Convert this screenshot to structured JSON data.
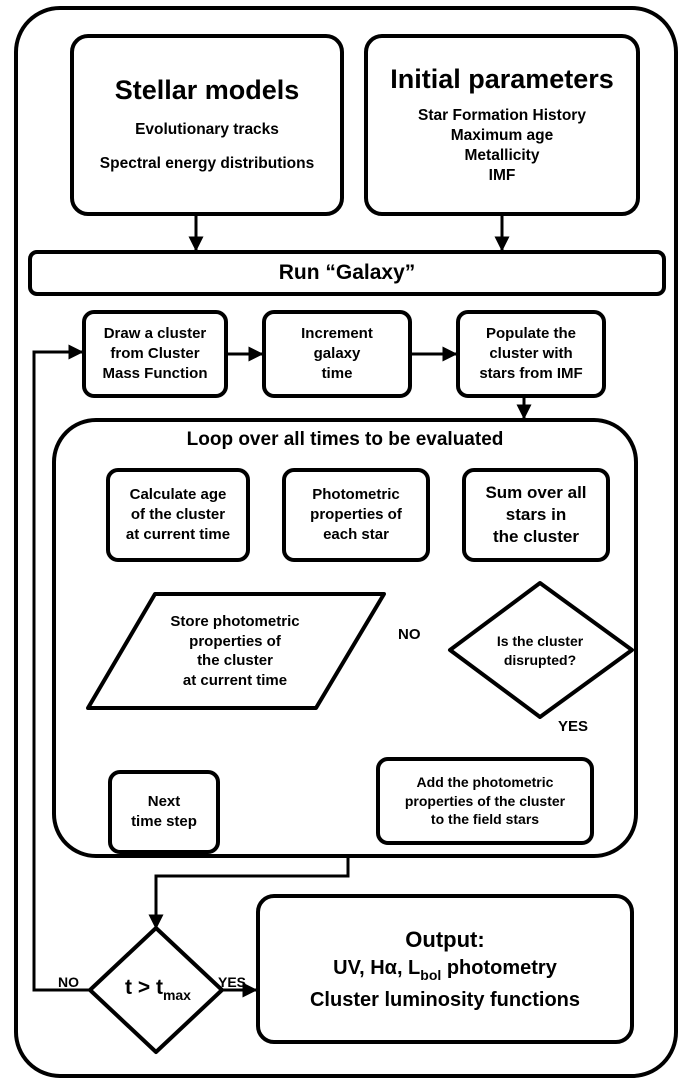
{
  "stellar_models": {
    "title": "Stellar models",
    "items": [
      "Evolutionary tracks",
      "Spectral energy distributions"
    ]
  },
  "initial_parameters": {
    "title": "Initial parameters",
    "items": [
      "Star Formation History",
      "Maximum age",
      "Metallicity",
      "IMF"
    ]
  },
  "run_galaxy": "Run “Galaxy”",
  "steps": {
    "draw_cluster": "Draw a cluster\nfrom Cluster\nMass Function",
    "increment_time": "Increment\ngalaxy\ntime",
    "populate_cluster": "Populate the\ncluster with\nstars from IMF"
  },
  "loop": {
    "title": "Loop over all times to be evaluated",
    "calc_age": "Calculate age\nof the cluster\nat current time",
    "photometric_props": "Photometric\nproperties of\neach star",
    "sum_stars": "Sum over all\nstars in\nthe cluster",
    "disrupted_question": "Is the cluster\ndisrupted?",
    "store_props": "Store photometric\nproperties of\nthe cluster\nat current time",
    "add_to_field": "Add the photometric\nproperties of the cluster\nto the field stars",
    "next_step": "Next\ntime step",
    "no_label": "NO",
    "yes_label": "YES"
  },
  "condition": {
    "t": "t > t",
    "sub": "max",
    "no_label": "NO",
    "yes_label": "YES"
  },
  "output": {
    "title": "Output:",
    "line1_prefix": "UV, Hα, L",
    "line1_sub": "bol",
    "line1_suffix": " photometry",
    "line2": "Cluster luminosity functions"
  }
}
